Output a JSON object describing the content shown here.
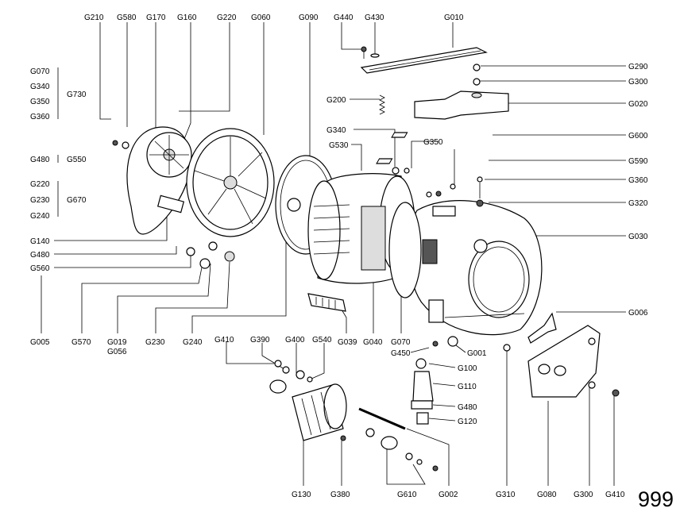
{
  "diagram": {
    "page_number": "999",
    "labels": {
      "G210": "G210",
      "G580": "G580",
      "G170": "G170",
      "G160": "G160",
      "G220": "G220",
      "G060": "G060",
      "G090": "G090",
      "G440": "G440",
      "G430": "G430",
      "G010": "G010",
      "G070": "G070",
      "G340": "G340",
      "G350": "G350",
      "G360": "G360",
      "G730": "G730",
      "G480": "G480",
      "G550": "G550",
      "G220b": "G220",
      "G230": "G230",
      "G670": "G670",
      "G240": "G240",
      "G140": "G140",
      "G480b": "G480",
      "G560": "G560",
      "G005": "G005",
      "G570": "G570",
      "G019": "G019",
      "G056": "G056",
      "G230b": "G230",
      "G240b": "G240",
      "G039": "G039",
      "G040": "G040",
      "G070b": "G070",
      "G200": "G200",
      "G530": "G530",
      "G340b": "G340",
      "G350b": "G350",
      "G290": "G290",
      "G300": "G300",
      "G020": "G020",
      "G600": "G600",
      "G590": "G590",
      "G360b": "G360",
      "G320": "G320",
      "G030": "G030",
      "G006": "G006",
      "G410": "G410",
      "G390": "G390",
      "G400": "G400",
      "G540": "G540",
      "G450": "G450",
      "G001": "G001",
      "G100": "G100",
      "G110": "G110",
      "G480c": "G480",
      "G120": "G120",
      "G130": "G130",
      "G380": "G380",
      "G610": "G610",
      "G002": "G002",
      "G310": "G310",
      "G080": "G080",
      "G300b": "G300",
      "G410b": "G410"
    }
  }
}
